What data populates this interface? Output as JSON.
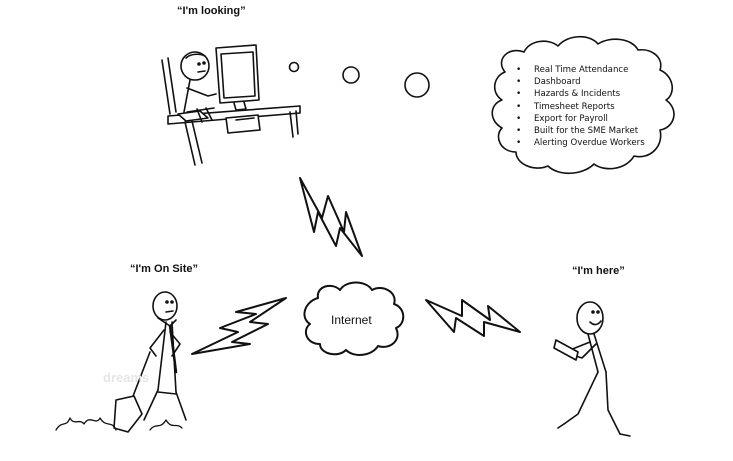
{
  "captions": {
    "looking": "“I'm looking”",
    "on_site": "“I'm On Site”",
    "here": "“I'm here”"
  },
  "thought_bubble": {
    "items": [
      "Real Time Attendance",
      "Dashboard",
      "Hazards & Incidents",
      "Timesheet Reports",
      "Export for Payroll",
      "Built for the SME Market",
      "Alerting Overdue Workers"
    ]
  },
  "cloud_label": "Internet",
  "watermark": "dreams"
}
